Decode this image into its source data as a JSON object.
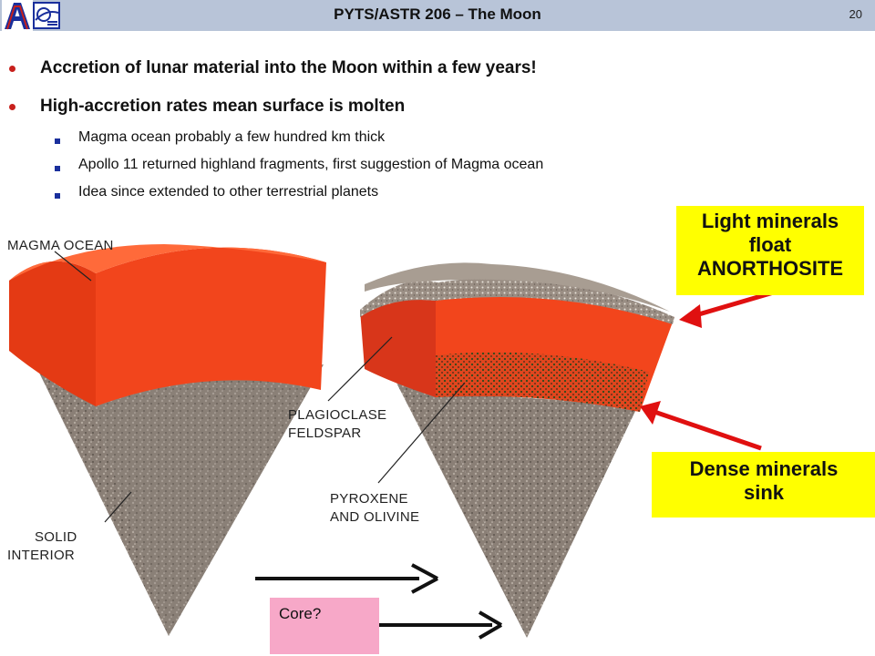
{
  "header": {
    "title": "PYTS/ASTR 206 – The Moon",
    "page_number": "20"
  },
  "bullets": [
    {
      "text": "Accretion of lunar material into the Moon within a few years!",
      "sub": []
    },
    {
      "text": "High-accretion rates mean surface is molten",
      "sub": [
        "Magma ocean probably a few hundred km thick",
        "Apollo 11 returned highland fragments, first suggestion of Magma ocean",
        "Idea since extended to other terrestrial planets"
      ]
    }
  ],
  "figure": {
    "labels": {
      "magma_ocean": "MAGMA OCEAN",
      "solid_interior_1": "SOLID",
      "solid_interior_2": "INTERIOR",
      "plagioclase_1": "PLAGIOCLASE",
      "plagioclase_2": "FELDSPAR",
      "pyroxene_1": "PYROXENE",
      "pyroxene_2": "AND OLIVINE"
    },
    "callouts": {
      "light_1": "Light minerals",
      "light_2": "float",
      "light_3": "ANORTHOSITE",
      "dense_1": "Dense minerals",
      "dense_2": "sink",
      "core": "Core?"
    }
  },
  "colors": {
    "header_bg": "#b8c4d8",
    "bullet_red": "#c8201c",
    "subbullet_blue": "#1a2f9c",
    "callout_yellow": "#ffff00",
    "core_pink": "#f7a8c8",
    "magma": "#f2401c",
    "arrow_red": "#e01010"
  },
  "icons": {
    "logo_left": "university-a-logo-icon",
    "logo_right": "planetary-logo-icon"
  }
}
